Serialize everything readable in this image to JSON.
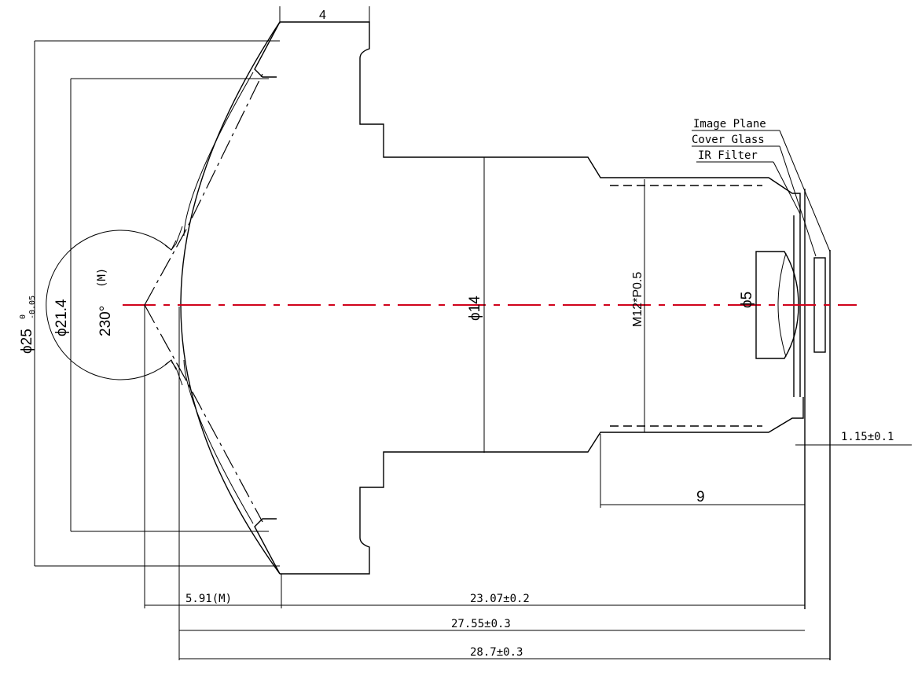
{
  "dimensions": {
    "front_length": "4",
    "outer_diameter_main": "ϕ25",
    "outer_diameter_sup": "0",
    "outer_diameter_sub": "-0.05",
    "front_lens_diameter": "ϕ21.4",
    "field_of_view": "230°",
    "field_of_view_note": "(M)",
    "barrel_diameter": "ϕ14",
    "thread": "M12*P0.5",
    "rear_diameter": "ϕ5",
    "thread_length": "9",
    "back_focal": "1.15±0.1",
    "front_offset": "5.91(M)",
    "flange_length": "23.07±0.2",
    "optical_length": "27.55±0.3",
    "total_length": "28.7±0.3"
  },
  "callouts": {
    "image_plane": "Image Plane",
    "cover_glass": "Cover Glass",
    "ir_filter": "IR Filter"
  },
  "colors": {
    "optical_axis": "#d0021b",
    "line": "#000000"
  }
}
